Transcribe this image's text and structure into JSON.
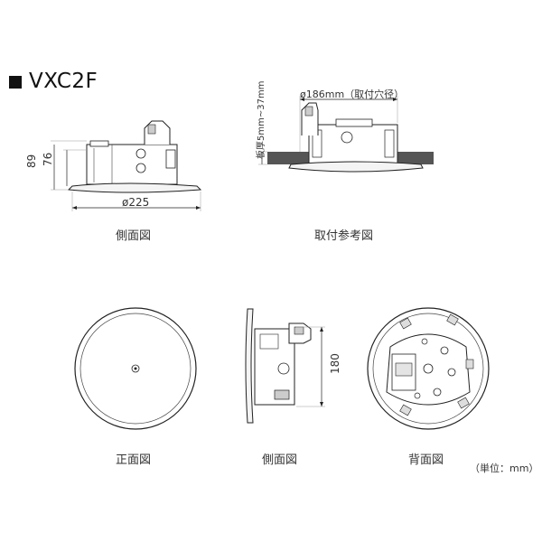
{
  "header": {
    "model": "VXC2F"
  },
  "side_view_top": {
    "caption": "側面図",
    "dim_height_total": "89",
    "dim_height_body": "76",
    "dim_diameter": "ø225"
  },
  "mounting_ref": {
    "caption": "取付参考図",
    "dim_hole": "ø186mm（取付穴径）",
    "dim_board": "板厚5mm~37mm"
  },
  "front_view": {
    "caption": "正面図"
  },
  "side_view_bottom": {
    "caption": "側面図",
    "dim_height": "180"
  },
  "back_view": {
    "caption": "背面図"
  },
  "footer": {
    "unit_note": "（単位：mm）"
  }
}
